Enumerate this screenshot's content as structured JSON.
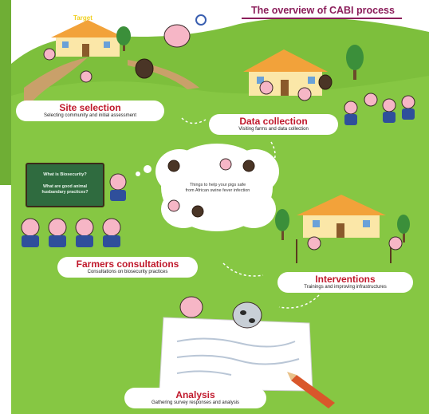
{
  "title": "The overview of CABI process",
  "target_label": "Target",
  "steps": [
    {
      "heading": "Site selection",
      "sub": "Selecting community and initial assessment"
    },
    {
      "heading": "Data collection",
      "sub": "Visiting farms and data collection"
    },
    {
      "heading": "Farmers consultations",
      "sub": "Consultations on biosecurity practices"
    },
    {
      "heading": "Interventions",
      "sub": "Trainings and improving infrastructures"
    },
    {
      "heading": "Analysis",
      "sub": "Gathering survey responses and analysis"
    }
  ],
  "board": {
    "line1": "What is Biosecurity?",
    "line2": "What are good animal husbandary practices?"
  },
  "cloud_text": "Things to help your pigs safe from African swine fever infection",
  "colors": {
    "grass": "#7dbf3c",
    "side_bar": "#6fae35",
    "heading": "#c0192c",
    "title": "#8b1d5a",
    "sky": "#ffffff"
  }
}
